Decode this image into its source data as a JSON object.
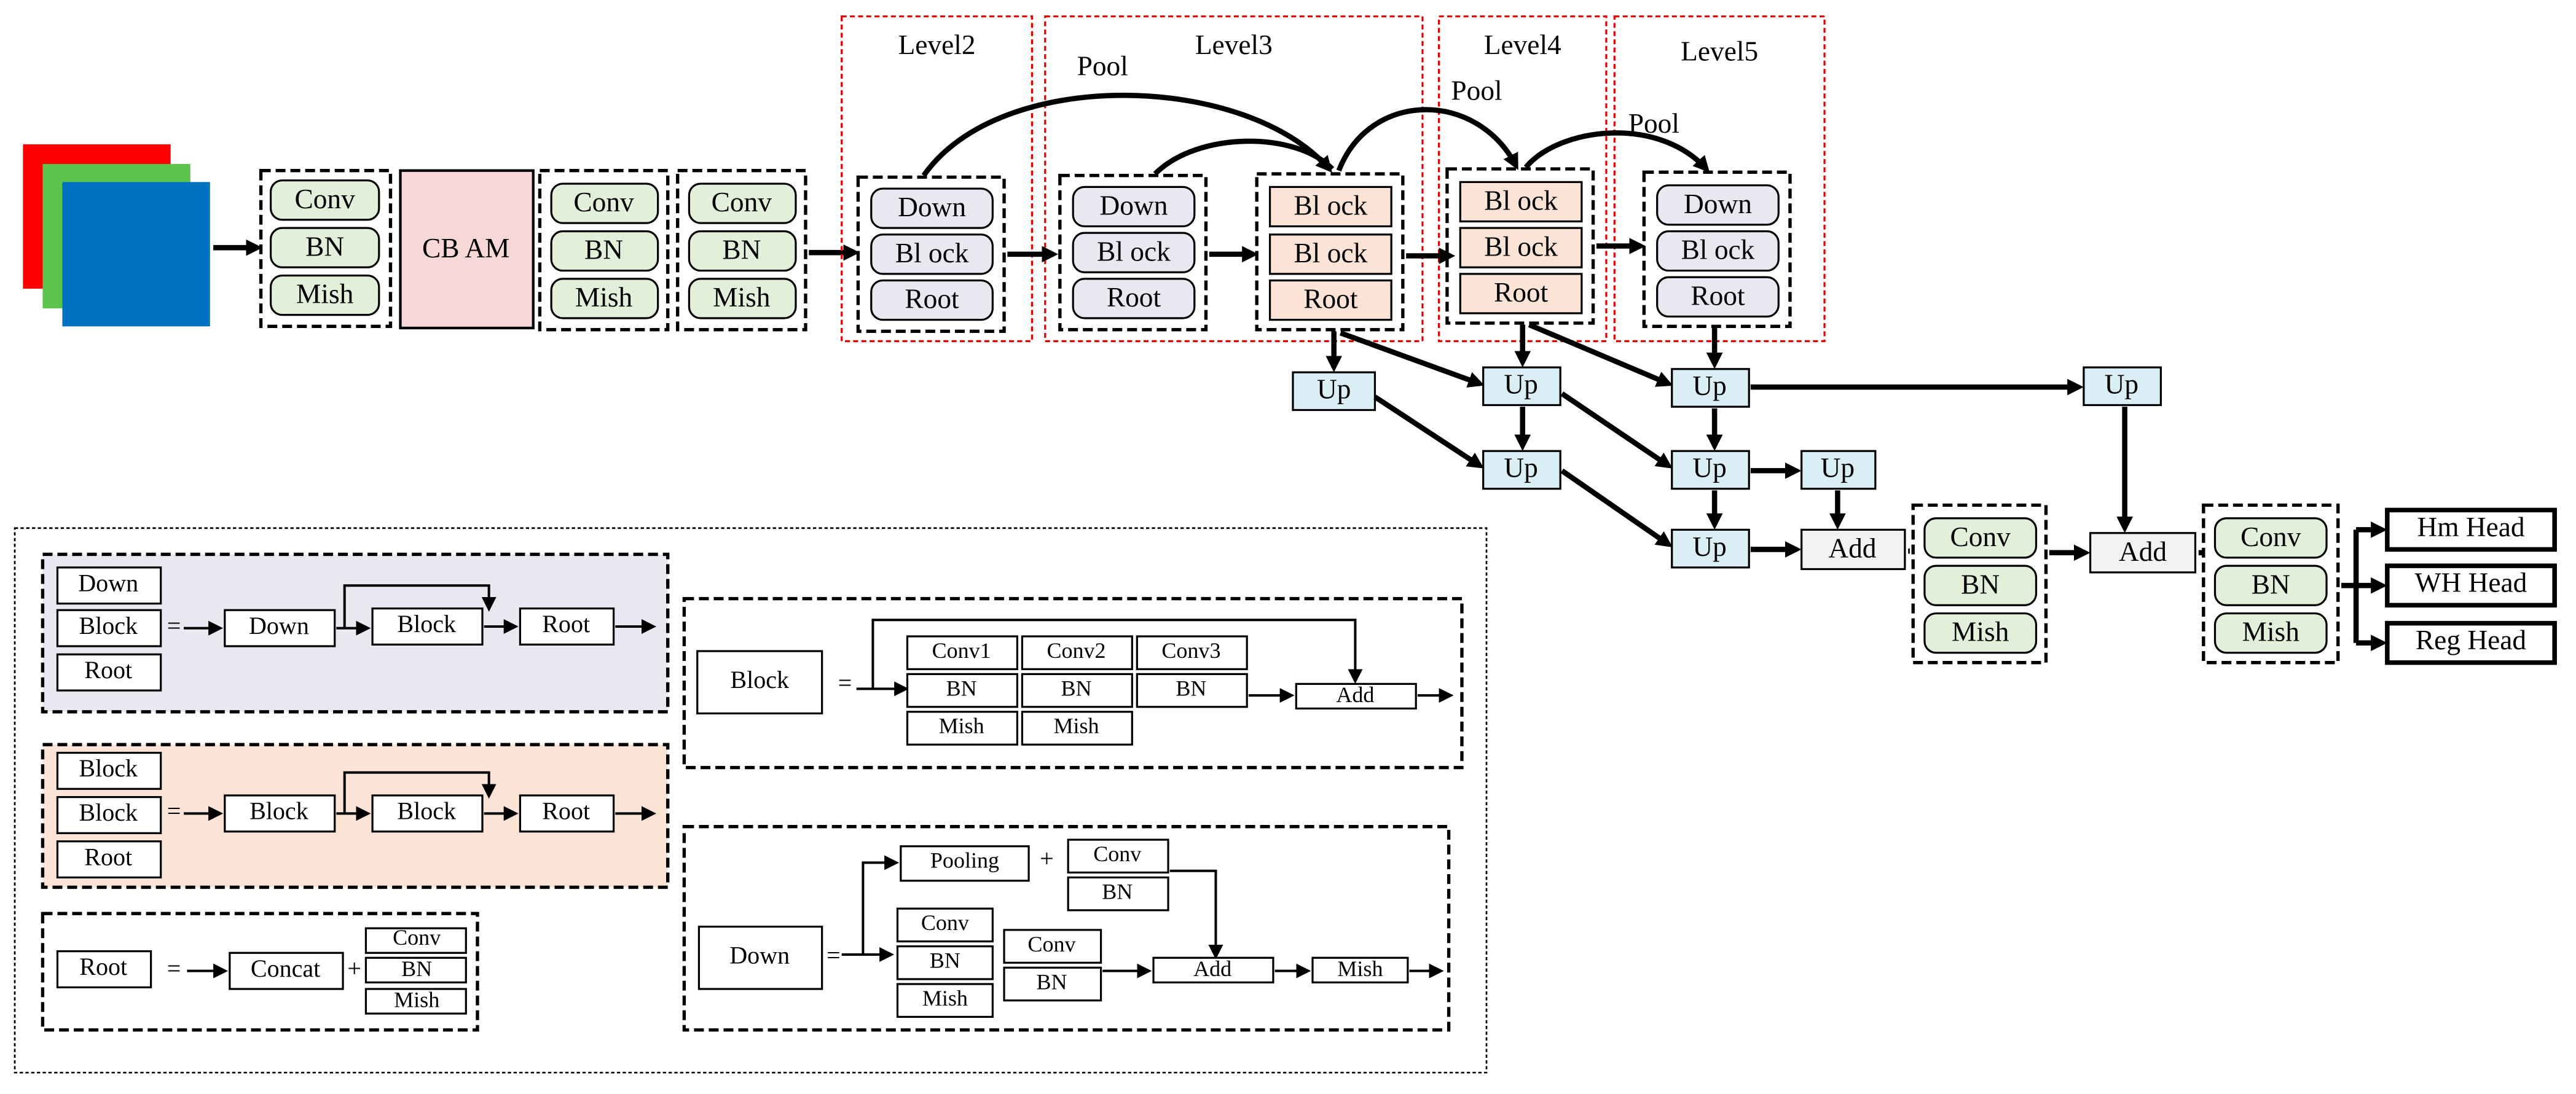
{
  "colors": {
    "input_red": "#ff0000",
    "input_green": "#5ac54a",
    "input_blue": "#0070c0",
    "conv_green": "#e2efd9",
    "cbam_pink": "#f8d7d7",
    "down_purple": "#eae7f1",
    "block_orange": "#fbe4d5",
    "up_blue": "#d9eef5",
    "add_gray": "#f2f2f2",
    "level_border": "#e60000"
  },
  "stem": {
    "conv": "Conv",
    "bn": "BN",
    "mish": "Mish",
    "cbam": "CB AM"
  },
  "levels": {
    "level2": "Level2",
    "level3": "Level3",
    "level4": "Level4",
    "level5": "Level5",
    "pool": "Pool"
  },
  "stages": {
    "down": "Down",
    "block": "Bl ock",
    "root": "Root"
  },
  "neck": {
    "up": "Up",
    "add": "Add"
  },
  "heads": {
    "hm": "Hm Head",
    "wh": "WH Head",
    "reg": "Reg Head"
  },
  "legend": {
    "down": "Down",
    "block": "Block",
    "root": "Root",
    "eq": "=",
    "plus": "+",
    "concat": "Concat",
    "conv": "Conv",
    "bn": "BN",
    "mish": "Mish",
    "conv1": "Conv1",
    "conv2": "Conv2",
    "conv3": "Conv3",
    "add": "Add",
    "pooling": "Pooling"
  }
}
